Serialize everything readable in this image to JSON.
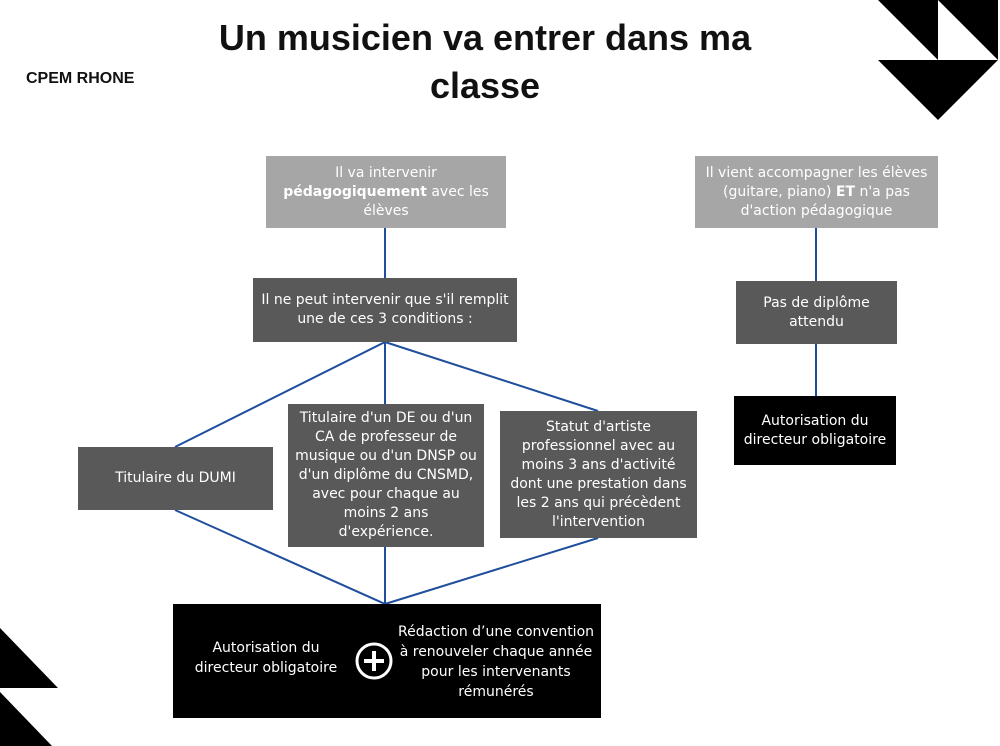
{
  "title": "Un musicien va entrer dans ma classe",
  "org": "CPEM RHONE",
  "left_branch": {
    "top_pre": "Il va intervenir ",
    "top_strong": "pédagogiquement",
    "top_post": " avec les élèves",
    "condition": "Il ne peut intervenir que s'il remplit une de ces 3 conditions :",
    "option_1": "Titulaire du DUMI",
    "option_2": "Titulaire d'un DE ou d'un CA de professeur de musique ou d'un DNSP ou d'un diplôme du CNSMD, avec pour chaque au moins 2 ans d'expérience.",
    "option_3": "Statut d'artiste professionnel avec au moins 3 ans d'activité dont une prestation dans les 2 ans qui précèdent l'intervention",
    "final_left": "Autorisation du directeur obligatoire",
    "final_right": "Rédaction d’une convention à renouveler chaque année pour les intervenants rémunérés"
  },
  "right_branch": {
    "top_pre": "Il vient accompagner les élèves (guitare, piano) ",
    "top_strong": "ET",
    "top_post": " n'a pas d'action pédagogique",
    "middle": "Pas de diplôme attendu",
    "final": "Autorisation du directeur obligatoire"
  },
  "icons": {
    "plus": "plus-circle-icon"
  },
  "colors": {
    "light_box": "#a6a6a6",
    "dark_box": "#595959",
    "black_box": "#000000",
    "connector": "#1f4e9c"
  }
}
